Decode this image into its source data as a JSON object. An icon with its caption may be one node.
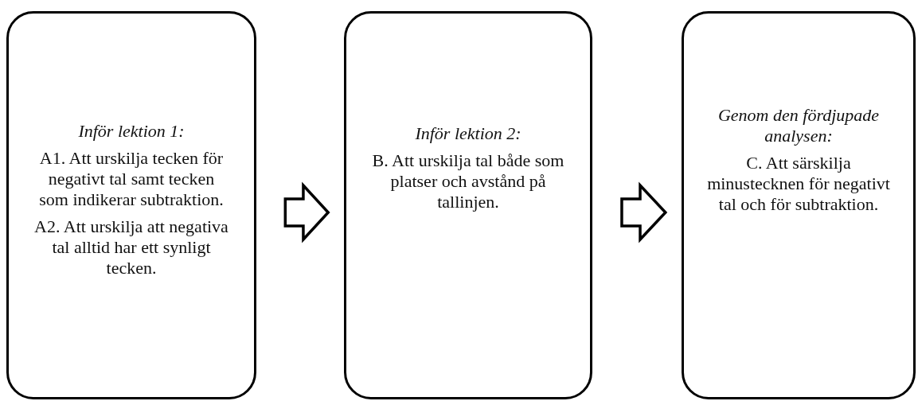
{
  "diagram": {
    "nodes": [
      {
        "text": [
          "Inför lektion 1:",
          "A1. Att urskilja tecken för negativt tal samt tecken som indikerar subtraktion.",
          "A2. Att urskilja att negativa tal alltid har ett synligt tecken."
        ]
      },
      {
        "text": [
          "Inför lektion 2:",
          "B. Att urskilja tal både som platser och avstånd på tallinjen."
        ]
      },
      {
        "text": [
          "Genom den fördjupade analysen:",
          "C. Att särskilja minustecknen för negativt tal och för subtraktion."
        ]
      }
    ],
    "edges": [
      {
        "from": 0,
        "to": 1,
        "arrow": "to"
      },
      {
        "from": 1,
        "to": 2,
        "arrow": "to"
      }
    ]
  }
}
